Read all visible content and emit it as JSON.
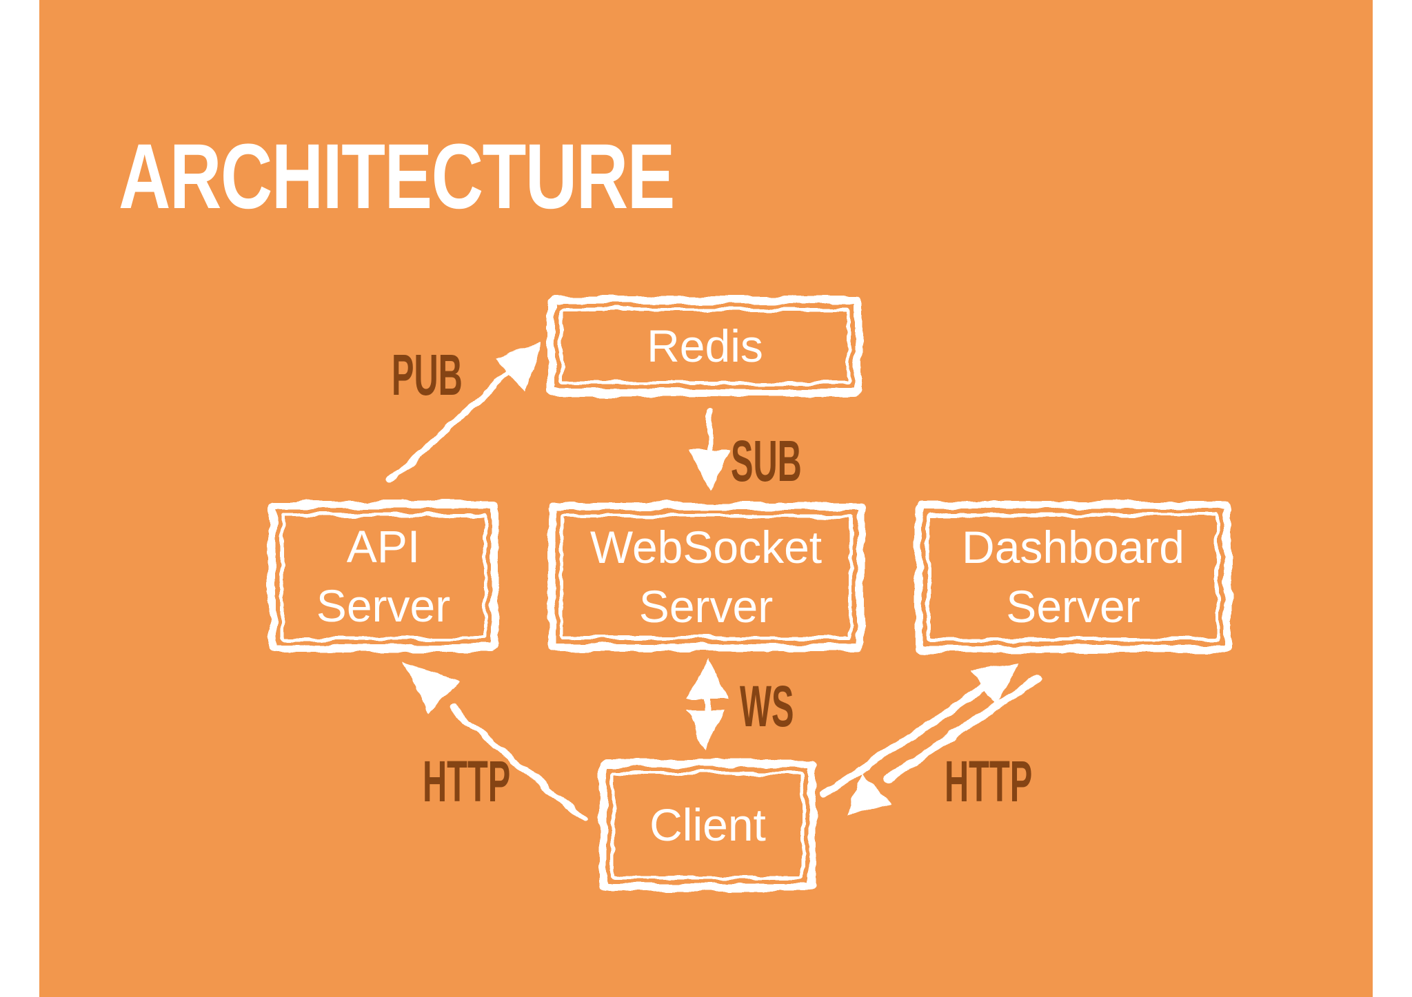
{
  "slide": {
    "title": "ARCHITECTURE",
    "background_color": "#F2974D",
    "ink_color": "#FFFFFF",
    "label_color": "#854414"
  },
  "diagram": {
    "nodes": [
      {
        "id": "redis",
        "label": "Redis",
        "line1": "Redis"
      },
      {
        "id": "api-server",
        "label": "API Server",
        "line1": "API",
        "line2": "Server"
      },
      {
        "id": "websocket-server",
        "label": "WebSocket Server",
        "line1": "WebSocket",
        "line2": "Server"
      },
      {
        "id": "dashboard-server",
        "label": "Dashboard Server",
        "line1": "Dashboard",
        "line2": "Server"
      },
      {
        "id": "client",
        "label": "Client",
        "line1": "Client"
      }
    ],
    "edges": [
      {
        "from": "api-server",
        "to": "redis",
        "label": "PUB",
        "direction": "one-way"
      },
      {
        "from": "redis",
        "to": "websocket-server",
        "label": "SUB",
        "direction": "one-way"
      },
      {
        "from": "websocket-server",
        "to": "client",
        "label": "WS",
        "direction": "two-way"
      },
      {
        "from": "client",
        "to": "api-server",
        "label": "HTTP",
        "direction": "one-way"
      },
      {
        "from": "client",
        "to": "dashboard-server",
        "label": "HTTP",
        "direction": "two-way"
      }
    ]
  }
}
